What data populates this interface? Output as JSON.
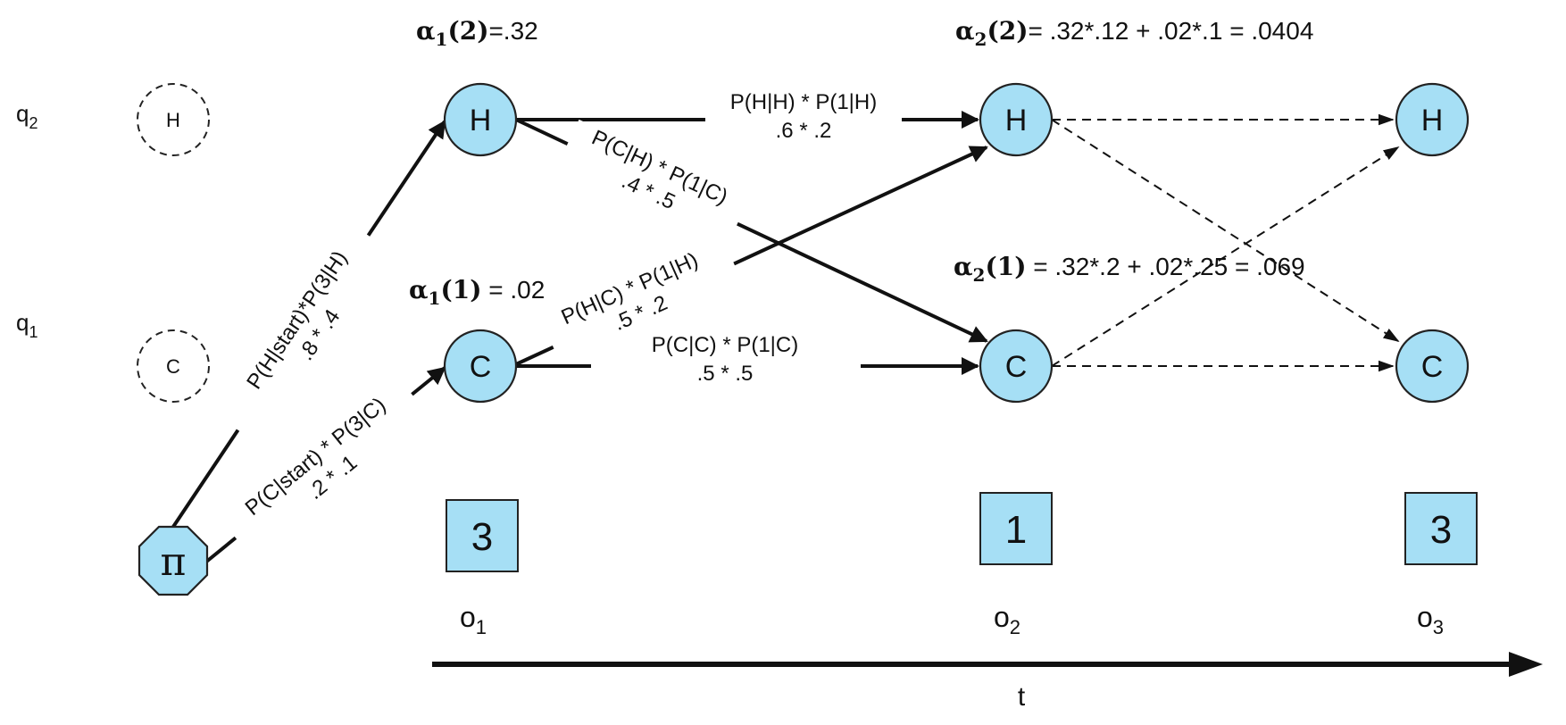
{
  "row_labels": {
    "q2": "q",
    "q2_sub": "2",
    "q1": "q",
    "q1_sub": "1"
  },
  "ghost_nodes": {
    "h": "H",
    "c": "C"
  },
  "start_node": "π",
  "nodes": {
    "h": "H",
    "c": "C"
  },
  "observations": [
    "3",
    "1",
    "3"
  ],
  "obs_labels": [
    {
      "base": "o",
      "sub": "1"
    },
    {
      "base": "o",
      "sub": "2"
    },
    {
      "base": "o",
      "sub": "3"
    }
  ],
  "time_label": "t",
  "alpha": {
    "a1_2": {
      "sym": "α",
      "sub": "1",
      "arg": "(2)",
      "rest": "=.32"
    },
    "a1_1": {
      "sym": "α",
      "sub": "1",
      "arg": "(1)",
      "rest": " = .02"
    },
    "a2_2": {
      "sym": "α",
      "sub": "2",
      "arg": "(2)",
      "rest": "= .32*.12 + .02*.1 = .0404"
    },
    "a2_1": {
      "sym": "α",
      "sub": "2",
      "arg": "(1)",
      "rest": " = .32*.2 + .02*.25 = .069"
    }
  },
  "edge_labels": {
    "start_h": {
      "line1": "P(H|start)*P(3|H)",
      "line2": ".8 * .4"
    },
    "start_c": {
      "line1": "P(C|start) * P(3|C)",
      "line2": ".2 * .1"
    },
    "h_h": {
      "line1": "P(H|H) * P(1|H)",
      "line2": ".6 * .2"
    },
    "h_c": {
      "line1": "P(C|H) * P(1|C)",
      "line2": ".4 * .5"
    },
    "c_h": {
      "line1": "P(H|C) * P(1|H)",
      "line2": ".5 * .2"
    },
    "c_c": {
      "line1": "P(C|C) * P(1|C)",
      "line2": ".5 * .5"
    }
  },
  "colors": {
    "node_fill": "#a6dff5",
    "stroke": "#222222"
  }
}
